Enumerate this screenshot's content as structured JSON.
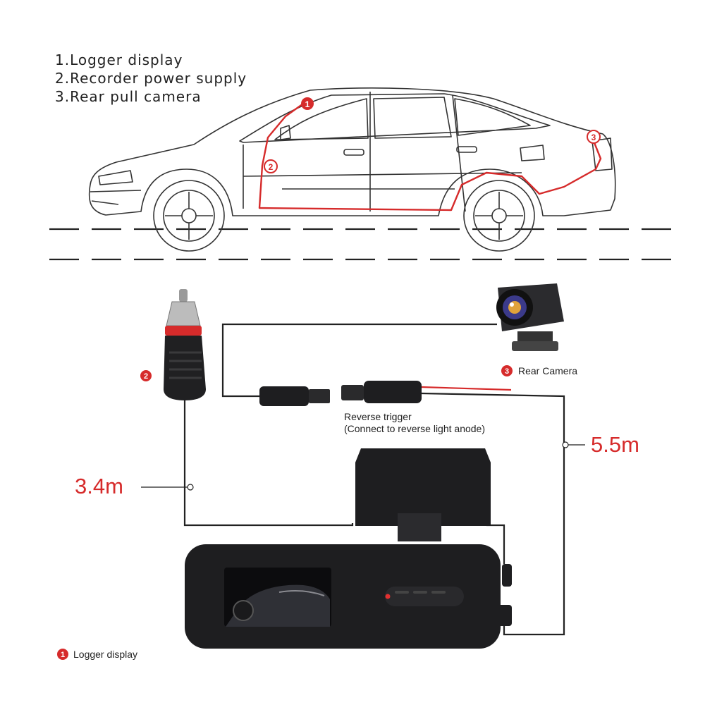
{
  "legend": {
    "item1": "1.Logger display",
    "item2": "2.Recorder power supply",
    "item3": "3.Rear pull camera"
  },
  "markers": {
    "m1": "1",
    "m2": "2",
    "m3": "3"
  },
  "labels": {
    "rear_camera": "Rear Camera",
    "reverse_trigger_line1": "Reverse trigger",
    "reverse_trigger_line2": "(Connect to reverse light anode)",
    "logger_display": "Logger display"
  },
  "lengths": {
    "power_cable": "3.4m",
    "rear_cable": "5.5m"
  },
  "colors": {
    "accent_red": "#d62b2b",
    "outline": "#333333",
    "device_body": "#1e1e20"
  }
}
